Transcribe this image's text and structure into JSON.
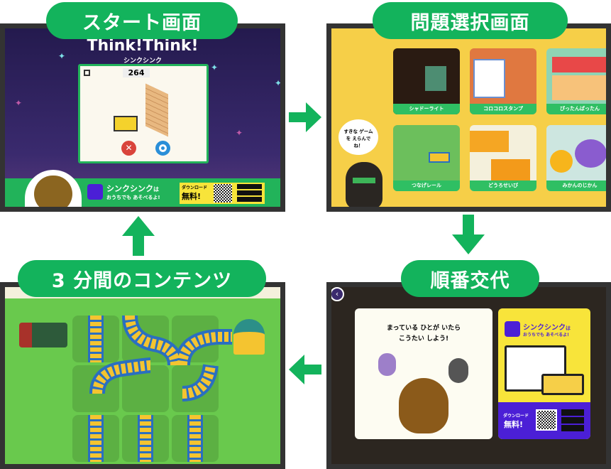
{
  "labels": {
    "start": "スタート画面",
    "select": "問題選択画面",
    "turn": "順番交代",
    "content": "3 分間のコンテンツ"
  },
  "start_screen": {
    "logo": "Think!Think!",
    "logo_sub": "シンクシンク",
    "score": "264",
    "banner_title": "シンクシンク",
    "banner_title_suffix": "は",
    "banner_sub": "おうちでも あそべるよ!",
    "download": "ダウンロード",
    "free": "無料!"
  },
  "select_screen": {
    "speech": "すきな ゲームを えらんでね！",
    "games": [
      "シャドーライト",
      "コロコロスタンプ",
      "ぴったんぱったん",
      "つなげレール",
      "どうろせいび",
      "みかんのじかん"
    ]
  },
  "turn_screen": {
    "message_line1": "まっている ひとが いたら",
    "message_line2": "こうたい しよう!",
    "ad_title": "シンクシンク",
    "ad_title_suffix": "は",
    "ad_sub": "おうちでも あそべるよ!",
    "download": "ダウンロード",
    "free": "無料!"
  },
  "colors": {
    "label_green": "#13b35c",
    "frame": "#333333",
    "select_bg": "#f6cf48",
    "start_bg": "#241a4e",
    "ad_purple": "#4b1fd6",
    "ad_yellow": "#f8e43a"
  }
}
